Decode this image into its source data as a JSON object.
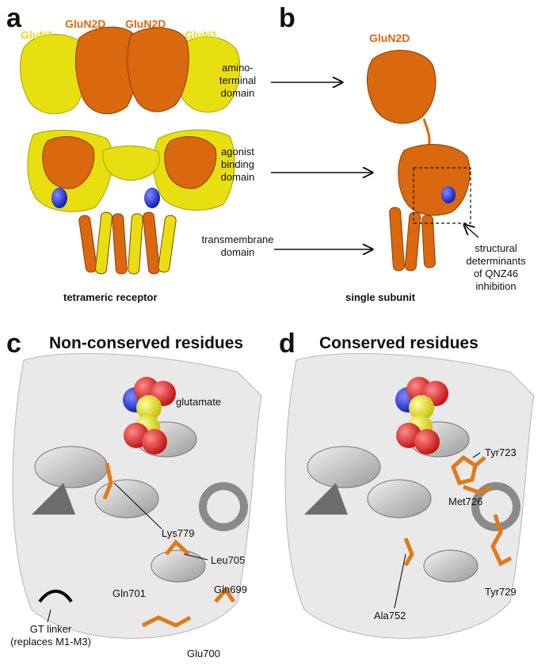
{
  "panels": {
    "a": {
      "letter": "a",
      "chain_labels": [
        "GluN1",
        "GluN2D",
        "GluN2D",
        "GluN1"
      ],
      "caption": "tetrameric receptor"
    },
    "b": {
      "letter": "b",
      "chain_label": "GluN2D",
      "caption": "single subunit",
      "annotation": [
        "structural",
        "determinants",
        "of QNZ46",
        "inhibition"
      ]
    },
    "c": {
      "letter": "c",
      "title": "Non-conserved residues",
      "labels": {
        "glutamate": "glutamate",
        "lys779": "Lys779",
        "leu705": "Leu705",
        "gln701": "Gln701",
        "gln699": "Gln699",
        "glu700": "Glu700",
        "gt_linker": [
          "GT linker",
          "(replaces M1-M3)"
        ]
      }
    },
    "d": {
      "letter": "d",
      "title": "Conserved residues",
      "labels": {
        "tyr723": "Tyr723",
        "met726": "Met726",
        "tyr729": "Tyr729",
        "ala752": "Ala752"
      }
    }
  },
  "domains": {
    "atd": [
      "amino-",
      "terminal",
      "domain"
    ],
    "abd": [
      "agonist",
      "binding",
      "domain"
    ],
    "tmd": [
      "transmembrane",
      "domain"
    ]
  },
  "colors": {
    "glun1": "#e8df10",
    "glun2d": "#d9680e",
    "ligand_blue": "#1a2bd6",
    "atom_red": "#d62020",
    "atom_yellow": "#e6e610",
    "cartoon_gray": "#c8c8c8",
    "stick_orange": "#e07a18"
  }
}
